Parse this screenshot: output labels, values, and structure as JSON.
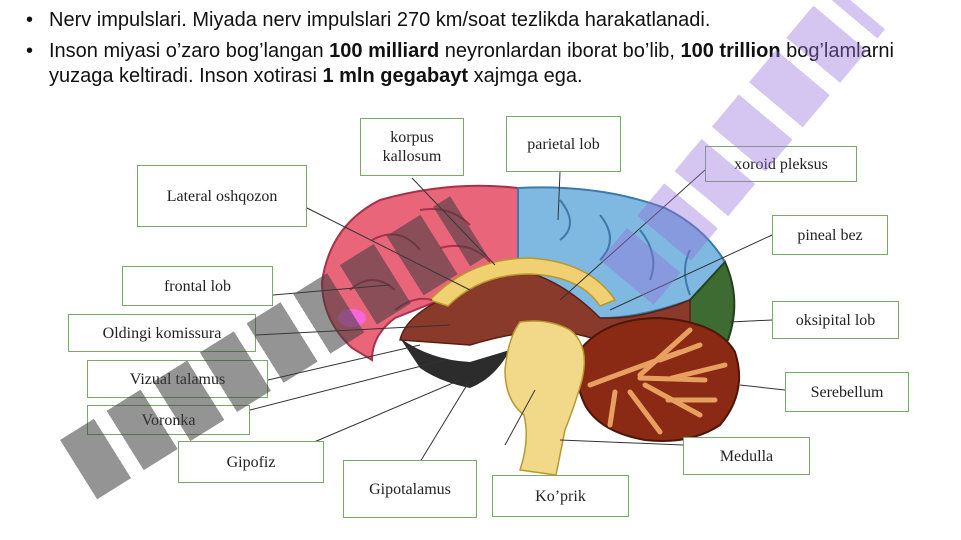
{
  "bullets": [
    {
      "text": "Nerv impulslari. Miyada nerv impulslari 270 km/soat tezlikda harakatlanadi."
    },
    {
      "t1": "Inson miyasi  o’zaro bog’langan ",
      "b1": "100 milliard",
      "t2": " neyronlardan iborat bo’lib, ",
      "b2": "100 trillion",
      "t3": " bog’lamlarni yuzaga keltiradi. Inson xotirasi  ",
      "b3": "1 mln gegabayt",
      "t4": " xajmga ega."
    }
  ],
  "labels": {
    "korpus": "korpus kallosum",
    "parietal": "parietal lob",
    "lateral": "Lateral oshqozon",
    "xoroid": "xoroid pleksus",
    "pineal": "pineal bez",
    "frontal": "frontal lob",
    "oldingi": "Oldingi komissura",
    "oksipital": "oksipital lob",
    "vizual": "Vizual talamus",
    "serebellum": "Serebellum",
    "voronka": "Voronka",
    "medulla": "Medulla",
    "gipofiz": "Gipofiz",
    "gipotalamus": "Gipotalamus",
    "koprik": "Ko’prik"
  },
  "colors": {
    "frontal": "#e8657a",
    "parietal": "#7fb8e0",
    "occipital": "#3d6b32",
    "cerebellum": "#8a2a14",
    "brainstem": "#f2d98a",
    "corpus": "#f0d070",
    "thalamus": "#8a3a2a",
    "hypothalamus": "#2c2c2c",
    "label_border": "#78a86a"
  }
}
